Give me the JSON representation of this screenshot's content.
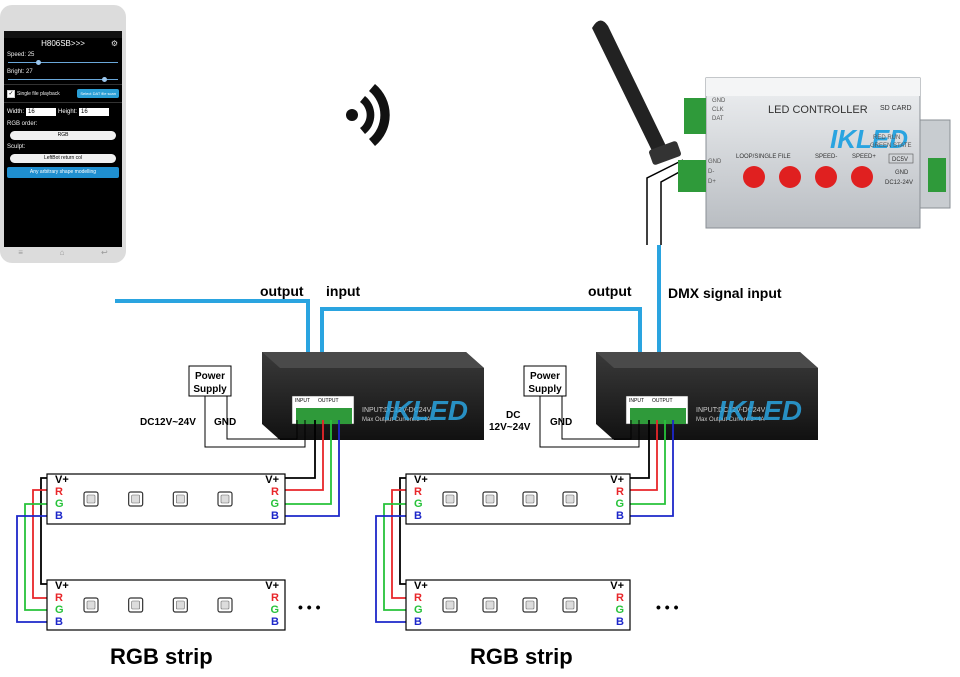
{
  "phone": {
    "app_title": "H806SB>>>",
    "speed_label": "Speed:",
    "speed_value": "25",
    "bright_label": "Bright:",
    "bright_value": "27",
    "single_file_label": "Single file playback",
    "select_button": "Select DAT file scan",
    "width_label": "Width:",
    "width_value": "16",
    "height_label": "Height:",
    "height_value": "16",
    "rgb_order_label": "RGB order:",
    "rgb_order_value": "RGB",
    "sculpt_label": "Sculpt:",
    "sculpt_value": "LeftBot return col",
    "modelling_button": "Any arbitrary shape modelling",
    "speed_fraction": 0.25,
    "bright_fraction": 0.85
  },
  "controller": {
    "title": "LED CONTROLLER",
    "sd_card": "SD CARD",
    "brand": "IKLED",
    "left_pins": [
      "GND",
      "CLK",
      "DAT"
    ],
    "right_pins": [
      "GND",
      "D-",
      "D+"
    ],
    "buttons": [
      "LOOP/SINGLE FILE",
      "SPEED-",
      "SPEED+"
    ],
    "status_leds": [
      "RED RUN",
      "GREEN STATE"
    ],
    "dc5v": "DC5V",
    "power_pins": [
      "GND",
      "DC12-24V"
    ]
  },
  "labels": {
    "output_left": "output",
    "input": "input",
    "output_right": "output",
    "dmx_input": "DMX signal input",
    "power_supply": [
      "Power",
      "Supply"
    ],
    "dc_left": "DC12V~24V",
    "gnd_left": "GND",
    "dc_right_1": "DC",
    "dc_right_2": "12V~24V",
    "gnd_right": "GND",
    "strip_label_left": "RGB strip",
    "strip_label_right": "RGB strip",
    "ellipsis": "• • •"
  },
  "decoder": {
    "brand": "IKLED",
    "input_tag": "INPUT",
    "output_tag": "OUTPUT",
    "spec_line_1": "INPUT:DC12V-DC24V",
    "spec_line_2": "Max Output Current:3×4A"
  },
  "strip": {
    "pins": [
      "V+",
      "R",
      "G",
      "B"
    ],
    "wire_colors": {
      "v": "#000000",
      "r": "#e8262a",
      "g": "#27c23a",
      "b": "#1d27c9"
    },
    "dmx_cable_color": "#2aa4e0"
  }
}
